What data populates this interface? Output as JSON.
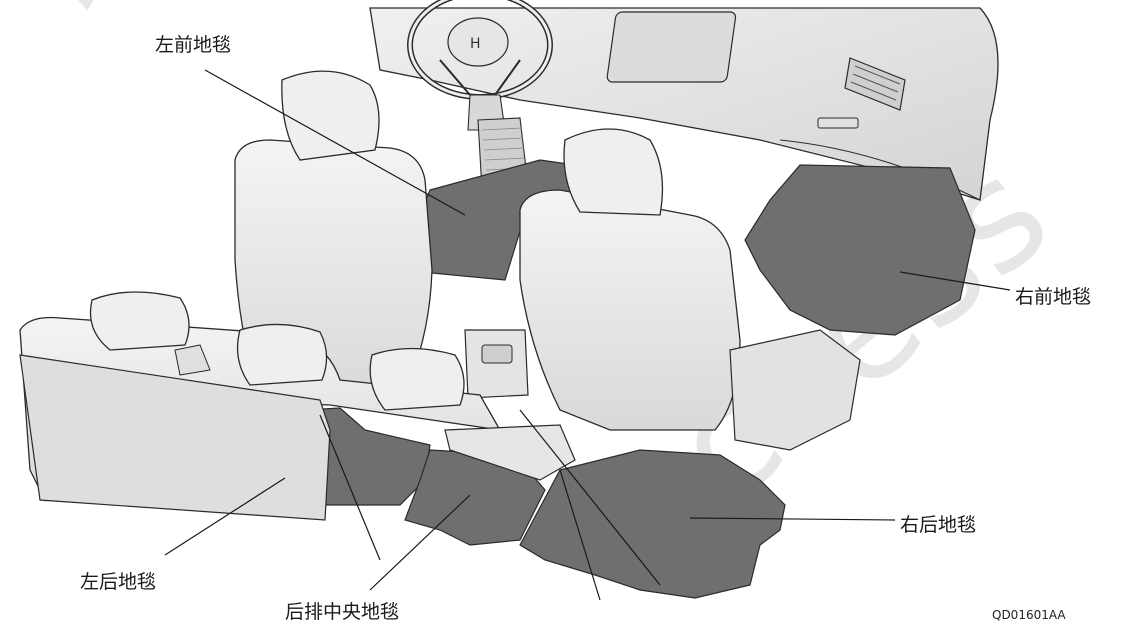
{
  "watermark": "AutoCheckAccess",
  "labels": {
    "left_front": "左前地毯",
    "right_front": "右前地毯",
    "right_rear": "右后地毯",
    "left_rear": "左后地毯",
    "rear_center": "后排中央地毯"
  },
  "figure_code": "QD01601AA",
  "colors": {
    "carpet": "#6f6f6f",
    "seat": "#e9e9e9",
    "outline": "#2b2b2b",
    "watermark": "#e6e6e6"
  }
}
